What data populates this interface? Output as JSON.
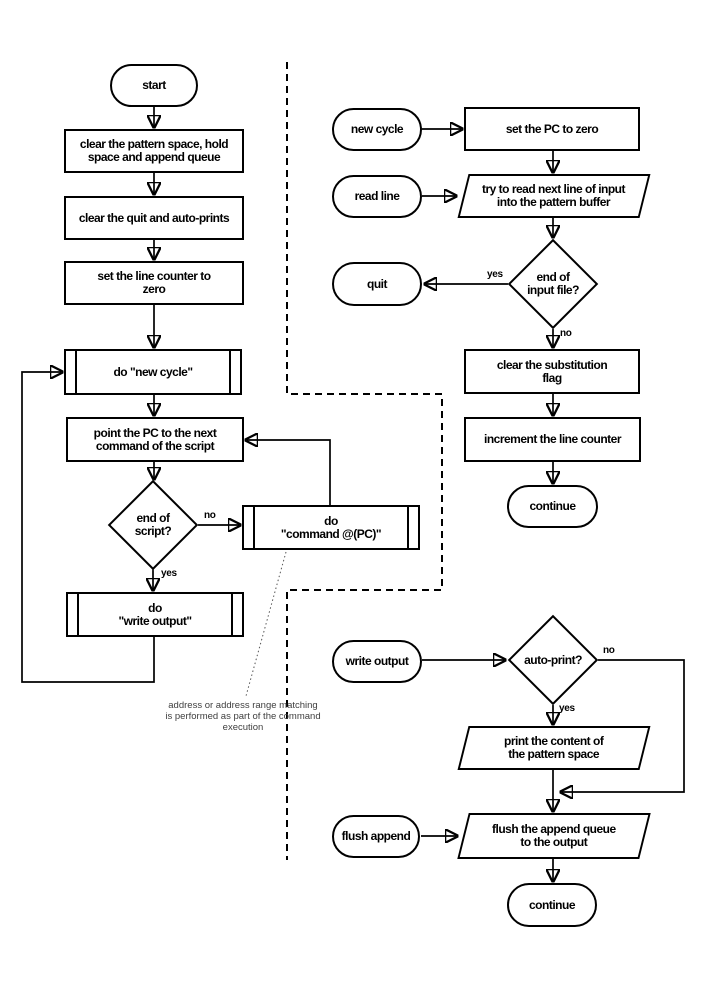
{
  "colors": {
    "line": "#000000",
    "background": "#ffffff",
    "annotation_text": "#404040"
  },
  "nodes": {
    "start": "start",
    "clear_spaces": "clear the pattern space, hold\nspace and append queue",
    "clear_flags": "clear the quit and auto-prints",
    "set_line_counter": "set the line counter to\nzero",
    "do_new_cycle": "do \"new cycle\"",
    "point_pc": "point the PC to the next\ncommand of the script",
    "end_of_script": "end of\nscript?",
    "do_command": "do\n\"command @(PC)\"",
    "do_write_output": "do\n\"write output\"",
    "new_cycle": "new cycle",
    "set_pc_zero": "set the PC to zero",
    "read_line": "read line",
    "try_read": "try to read next line of input\ninto the pattern buffer",
    "end_of_input": "end of\ninput file?",
    "quit": "quit",
    "clear_substitution": "clear the substitution\nflag",
    "increment_counter": "increment the line counter",
    "continue_top": "continue",
    "write_output": "write output",
    "auto_print": "auto-print?",
    "print_pattern": "print the content of\nthe pattern space",
    "flush_append": "flush append",
    "flush_queue": "flush the append queue\nto the output",
    "continue_bottom": "continue"
  },
  "edge_labels": {
    "script_no": "no",
    "script_yes": "yes",
    "input_yes": "yes",
    "input_no": "no",
    "autoprint_no": "no",
    "autoprint_yes": "yes"
  },
  "annotation": "address or address range matching\nis performed as part of the command\nexecution"
}
